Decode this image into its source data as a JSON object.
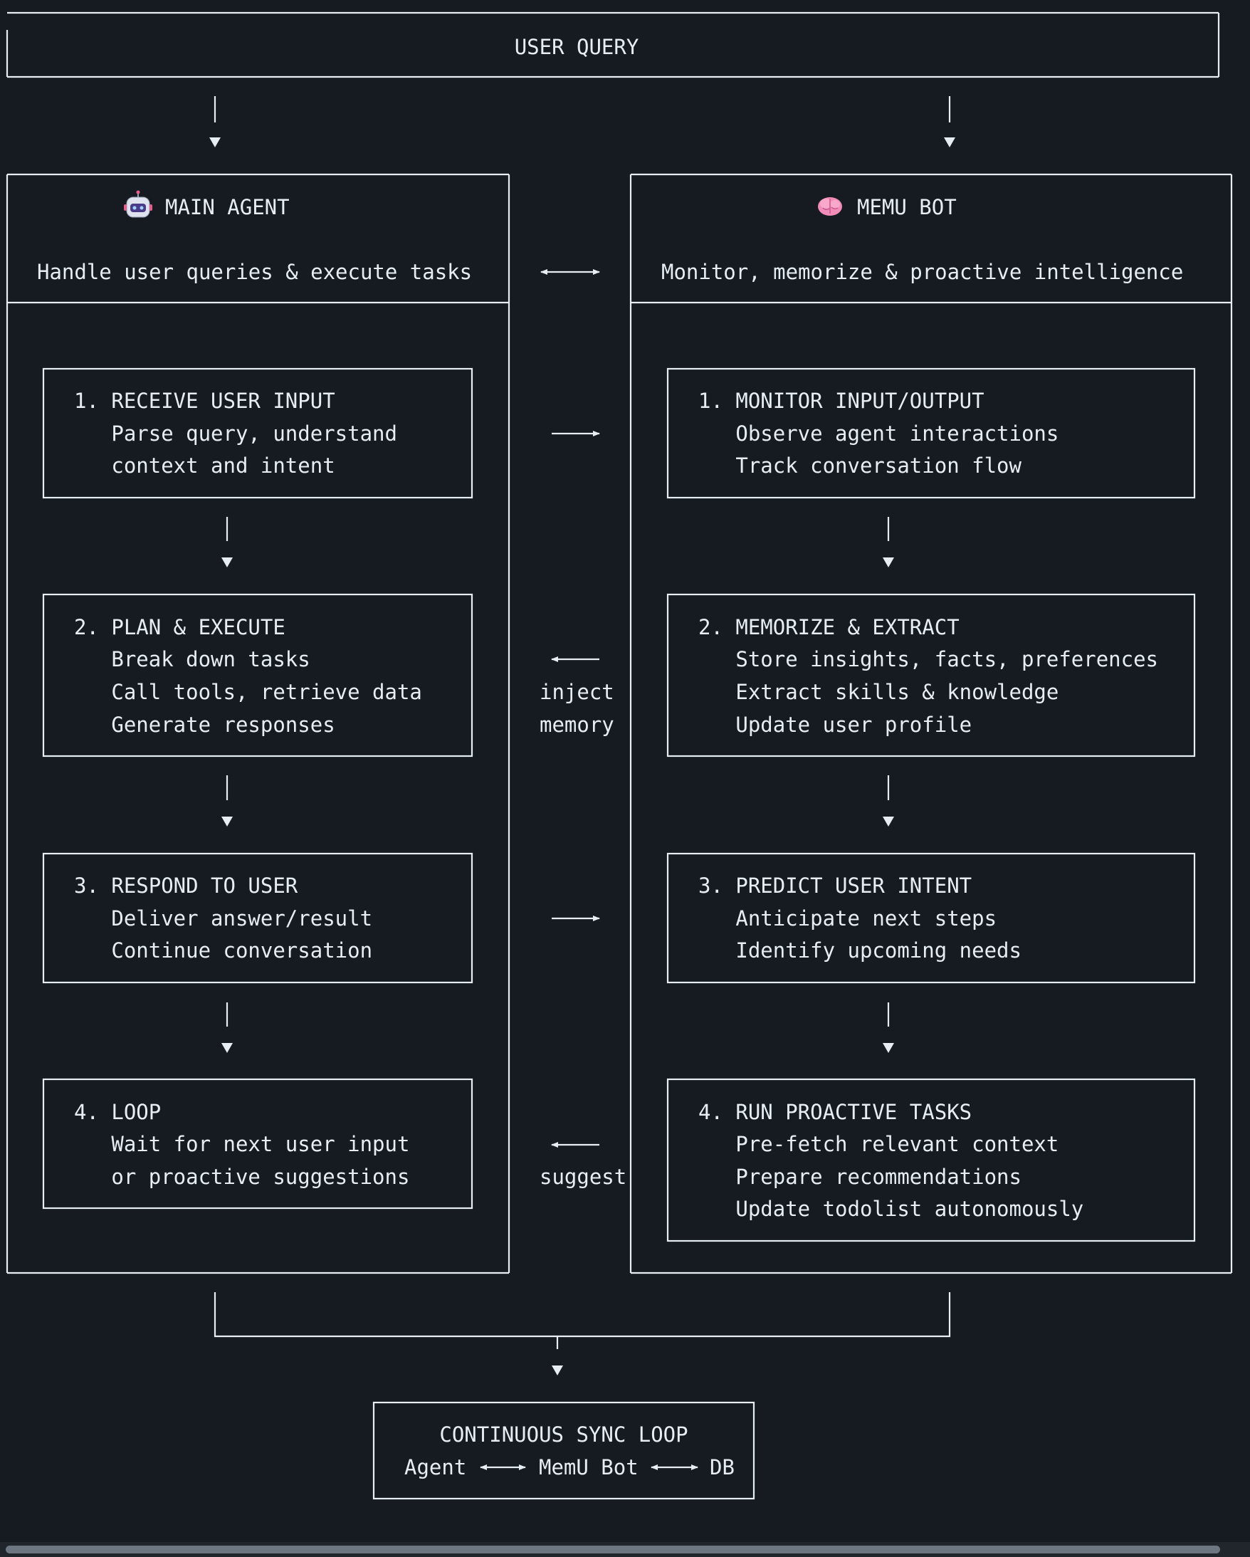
{
  "user_query": "USER QUERY",
  "main_agent": {
    "icon": "robot-icon",
    "title": "MAIN AGENT",
    "subtitle": "Handle user queries & execute tasks",
    "steps": [
      {
        "lines": [
          "1. RECEIVE USER INPUT",
          "   Parse query, understand",
          "   context and intent"
        ]
      },
      {
        "lines": [
          "2. PLAN & EXECUTE",
          "   Break down tasks",
          "   Call tools, retrieve data",
          "   Generate responses"
        ]
      },
      {
        "lines": [
          "3. RESPOND TO USER",
          "   Deliver answer/result",
          "   Continue conversation"
        ]
      },
      {
        "lines": [
          "4. LOOP",
          "   Wait for next user input",
          "   or proactive suggestions"
        ]
      }
    ]
  },
  "memu_bot": {
    "icon": "brain-icon",
    "title": "MEMU BOT",
    "subtitle": "Monitor, memorize & proactive intelligence",
    "steps": [
      {
        "lines": [
          "1. MONITOR INPUT/OUTPUT",
          "   Observe agent interactions",
          "   Track conversation flow"
        ]
      },
      {
        "lines": [
          "2. MEMORIZE & EXTRACT",
          "   Store insights, facts, preferences",
          "   Extract skills & knowledge",
          "   Update user profile"
        ]
      },
      {
        "lines": [
          "3. PREDICT USER INTENT",
          "   Anticipate next steps",
          "   Identify upcoming needs"
        ]
      },
      {
        "lines": [
          "4. RUN PROACTIVE TASKS",
          "   Pre-fetch relevant context",
          "   Prepare recommendations",
          "   Update todolist autonomously"
        ]
      }
    ]
  },
  "connectors": {
    "inject_line1": "inject",
    "inject_line2": "memory",
    "suggest": "suggest"
  },
  "sync": {
    "title": "CONTINUOUS SYNC LOOP",
    "agent": "Agent",
    "memu": "MemU Bot",
    "db": "DB"
  },
  "colors": {
    "background": "#161b22",
    "foreground": "#e6edf3"
  }
}
